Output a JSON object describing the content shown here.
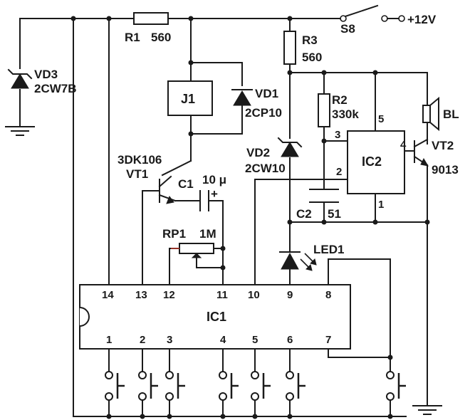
{
  "supply": {
    "switch": "S8",
    "voltage": "+12V"
  },
  "components": {
    "r1": {
      "ref": "R1",
      "value": "560"
    },
    "r2": {
      "ref": "R2",
      "value": "330k"
    },
    "r3": {
      "ref": "R3",
      "value": "560"
    },
    "vd1": {
      "ref": "VD1",
      "part": "2CP10"
    },
    "vd2": {
      "ref": "VD2",
      "part": "2CW10"
    },
    "vd3": {
      "ref": "VD3",
      "part": "2CW7B"
    },
    "relay": {
      "ref": "J1"
    },
    "vt1": {
      "ref": "VT1",
      "part": "3DK106"
    },
    "vt2": {
      "ref": "VT2",
      "part": "9013"
    },
    "c1": {
      "ref": "C1",
      "value": "10 μ",
      "polarity": "+"
    },
    "c2": {
      "ref": "C2",
      "value": "51"
    },
    "rp1": {
      "ref": "RP1",
      "value": "1M"
    },
    "led": {
      "ref": "LED1"
    },
    "speaker": {
      "ref": "BL"
    }
  },
  "ic1": {
    "label": "IC1",
    "top_pins": [
      "14",
      "13",
      "12",
      "11",
      "10",
      "9",
      "8"
    ],
    "bottom_pins": [
      "1",
      "2",
      "3",
      "4",
      "5",
      "6",
      "7"
    ]
  },
  "ic2": {
    "label": "IC2",
    "pins": {
      "p3": "3",
      "p5": "5",
      "p2": "2",
      "p1": "1",
      "p4": "4"
    }
  }
}
